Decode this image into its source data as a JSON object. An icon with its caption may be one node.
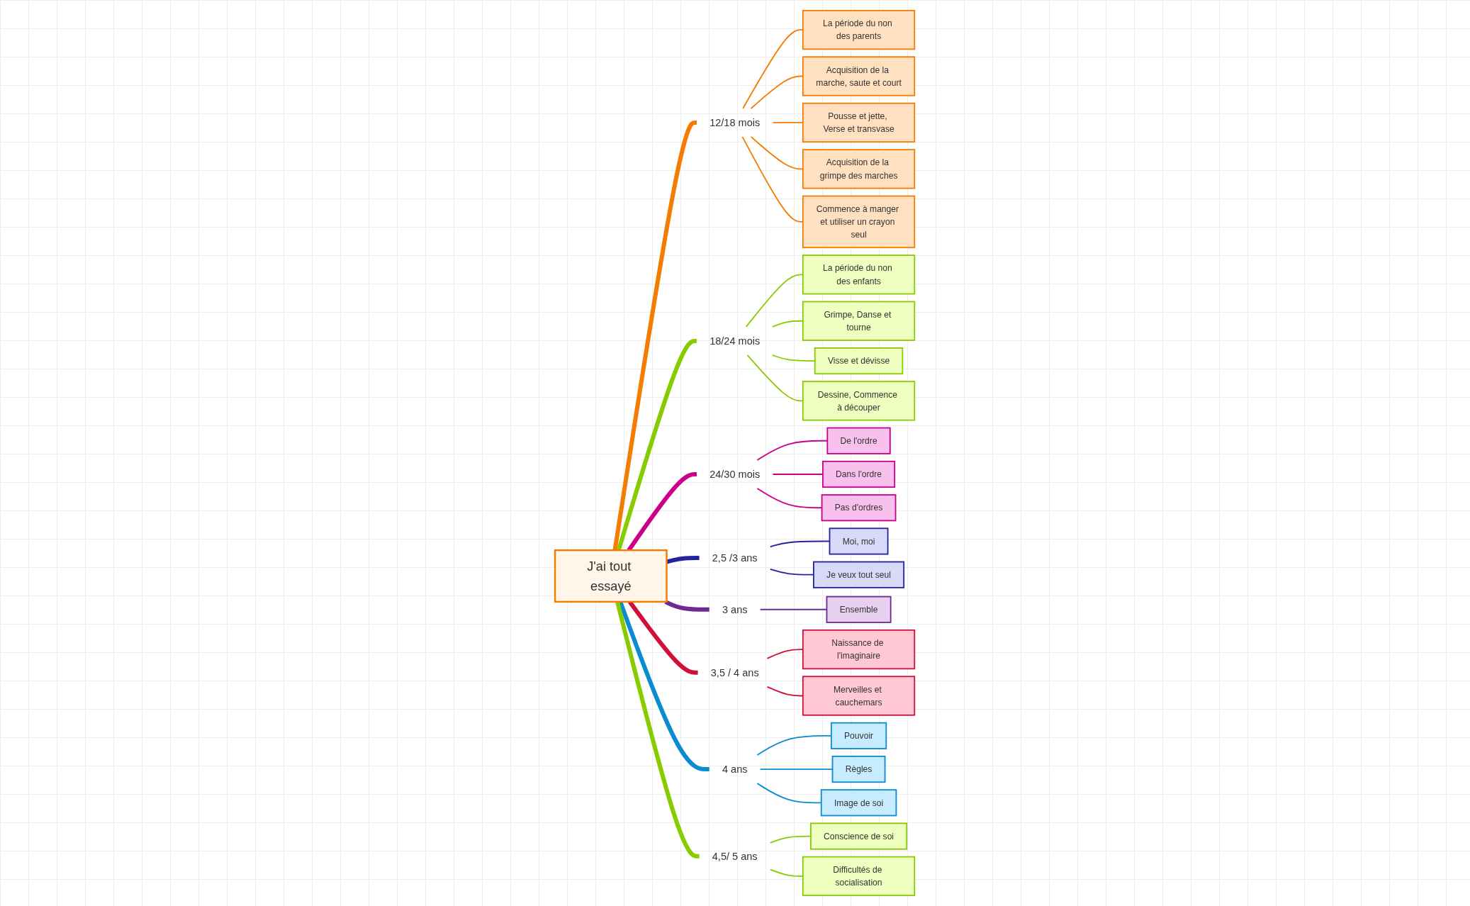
{
  "diagram": {
    "nodes": [
      {
        "text": [
          "J'ai tout essayé"
        ]
      },
      {
        "text": [
          "12/18 mois"
        ]
      },
      {
        "text": [
          "La période du non des parents"
        ]
      },
      {
        "text": [
          "Acquisition de la marche, saute et court"
        ]
      },
      {
        "text": [
          "Pousse et jette, Verse et transvase"
        ]
      },
      {
        "text": [
          "Acquisition de la grimpe des marches"
        ]
      },
      {
        "text": [
          "Commence à manger et utiliser un crayon seul"
        ]
      },
      {
        "text": [
          "18/24 mois"
        ]
      },
      {
        "text": [
          "La période du non des enfants"
        ]
      },
      {
        "text": [
          "Grimpe, Danse et tourne"
        ]
      },
      {
        "text": [
          "Visse et dévisse"
        ]
      },
      {
        "text": [
          "Dessine, Commence à découper"
        ]
      },
      {
        "text": [
          "24/30 mois"
        ]
      },
      {
        "text": [
          "De l'ordre"
        ]
      },
      {
        "text": [
          "Dans l'ordre"
        ]
      },
      {
        "text": [
          "Pas d'ordres"
        ]
      },
      {
        "text": [
          "2,5 /3 ans"
        ]
      },
      {
        "text": [
          "Moi, moi"
        ]
      },
      {
        "text": [
          "Je veux tout seul"
        ]
      },
      {
        "text": [
          "3 ans"
        ]
      },
      {
        "text": [
          "Ensemble"
        ]
      },
      {
        "text": [
          "3,5 / 4 ans"
        ]
      },
      {
        "text": [
          "Naissance de l'imaginaire"
        ]
      },
      {
        "text": [
          "Merveilles et cauchemars"
        ]
      },
      {
        "text": [
          "4 ans"
        ]
      },
      {
        "text": [
          "Pouvoir"
        ]
      },
      {
        "text": [
          "Règles"
        ]
      },
      {
        "text": [
          "Image de soi"
        ]
      },
      {
        "text": [
          "4,5/ 5 ans"
        ]
      },
      {
        "text": [
          "Conscience de soi"
        ]
      },
      {
        "text": [
          "Difficultés de socialisation"
        ]
      }
    ],
    "edges": [
      {
        "from": 0,
        "to": 1,
        "arrow": "none",
        "style": "thick",
        "color": "#f57c00"
      },
      {
        "from": 1,
        "to": 2,
        "arrow": "none",
        "color": "#f57c00"
      },
      {
        "from": 1,
        "to": 3,
        "arrow": "none",
        "color": "#f57c00"
      },
      {
        "from": 1,
        "to": 4,
        "arrow": "none",
        "color": "#f57c00"
      },
      {
        "from": 1,
        "to": 5,
        "arrow": "none",
        "color": "#f57c00"
      },
      {
        "from": 1,
        "to": 6,
        "arrow": "none",
        "color": "#f57c00"
      },
      {
        "from": 0,
        "to": 7,
        "arrow": "none",
        "style": "thick",
        "color": "#88cc00"
      },
      {
        "from": 7,
        "to": 8,
        "arrow": "none",
        "color": "#88cc00"
      },
      {
        "from": 7,
        "to": 9,
        "arrow": "none",
        "color": "#88cc00"
      },
      {
        "from": 7,
        "to": 10,
        "arrow": "none",
        "color": "#88cc00"
      },
      {
        "from": 7,
        "to": 11,
        "arrow": "none",
        "color": "#88cc00"
      },
      {
        "from": 0,
        "to": 12,
        "arrow": "none",
        "style": "thick",
        "color": "#cc0088"
      },
      {
        "from": 12,
        "to": 13,
        "arrow": "none",
        "color": "#cc0088"
      },
      {
        "from": 12,
        "to": 14,
        "arrow": "none",
        "color": "#cc0088"
      },
      {
        "from": 12,
        "to": 15,
        "arrow": "none",
        "color": "#cc0088"
      },
      {
        "from": 0,
        "to": 16,
        "arrow": "none",
        "style": "thick",
        "color": "#2323a0"
      },
      {
        "from": 16,
        "to": 17,
        "arrow": "none",
        "color": "#2323a0"
      },
      {
        "from": 16,
        "to": 18,
        "arrow": "none",
        "color": "#2323a0"
      },
      {
        "from": 0,
        "to": 19,
        "arrow": "none",
        "style": "thick",
        "color": "#6e2a90"
      },
      {
        "from": 19,
        "to": 20,
        "arrow": "none",
        "color": "#6e2a90"
      },
      {
        "from": 0,
        "to": 21,
        "arrow": "none",
        "style": "thick",
        "color": "#d0103a"
      },
      {
        "from": 21,
        "to": 22,
        "arrow": "none",
        "color": "#d0103a"
      },
      {
        "from": 21,
        "to": 23,
        "arrow": "none",
        "color": "#d0103a"
      },
      {
        "from": 0,
        "to": 24,
        "arrow": "none",
        "style": "thick",
        "color": "#0a8cd0"
      },
      {
        "from": 24,
        "to": 25,
        "arrow": "none",
        "color": "#0a8cd0"
      },
      {
        "from": 24,
        "to": 26,
        "arrow": "none",
        "color": "#0a8cd0"
      },
      {
        "from": 24,
        "to": 27,
        "arrow": "none",
        "color": "#0a8cd0"
      },
      {
        "from": 0,
        "to": 28,
        "arrow": "none",
        "style": "thick",
        "color": "#88cc00"
      },
      {
        "from": 28,
        "to": 29,
        "arrow": "none",
        "color": "#88cc00"
      },
      {
        "from": 28,
        "to": 30,
        "arrow": "none",
        "color": "#88cc00"
      }
    ]
  }
}
